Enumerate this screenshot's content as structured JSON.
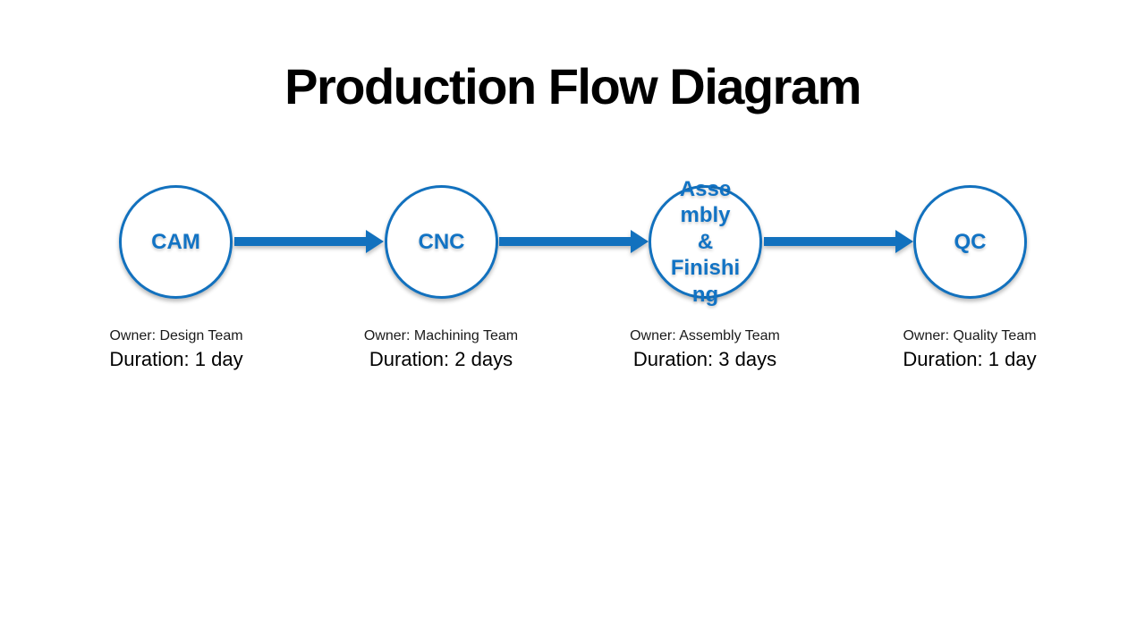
{
  "title": "Production Flow Diagram",
  "theme": {
    "accent_blue": "#1271BE",
    "node_text_blue": "#1273C4",
    "text_black": "#000000",
    "background": "#FFFFFF"
  },
  "flow": {
    "nodes": [
      {
        "label": "CAM",
        "owner": "Owner: Design Team",
        "duration": "Duration: 1 day"
      },
      {
        "label": "CNC",
        "owner": "Owner: Machining Team",
        "duration": "Duration: 2 days"
      },
      {
        "label": "Assembly & Finishing",
        "label_lines": [
          "Asse",
          "mbly",
          "&",
          "Finishi",
          "ng"
        ],
        "owner": "Owner: Assembly Team",
        "duration": "Duration: 3 days"
      },
      {
        "label": "QC",
        "owner": "Owner: Quality Team",
        "duration": "Duration: 1 day"
      }
    ],
    "connectors": [
      {
        "from": "CAM",
        "to": "CNC"
      },
      {
        "from": "CNC",
        "to": "Assembly & Finishing"
      },
      {
        "from": "Assembly & Finishing",
        "to": "QC"
      }
    ]
  }
}
